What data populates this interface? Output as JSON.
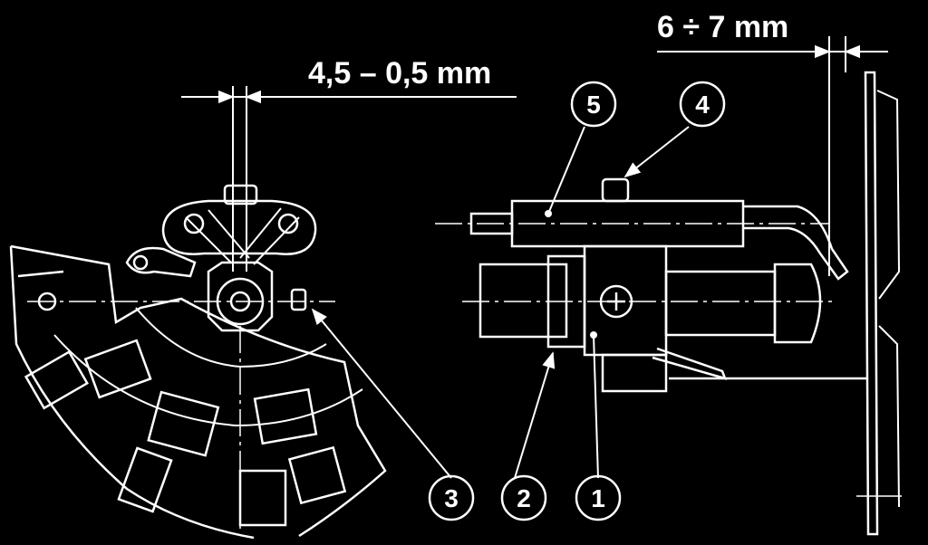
{
  "dimensions": {
    "gap_top_right": "6 ÷ 7 mm",
    "gap_left": "4,5 – 0,5 mm"
  },
  "callouts": [
    "1",
    "2",
    "3",
    "4",
    "5"
  ],
  "colors": {
    "background": "#000000",
    "line": "#ffffff"
  }
}
